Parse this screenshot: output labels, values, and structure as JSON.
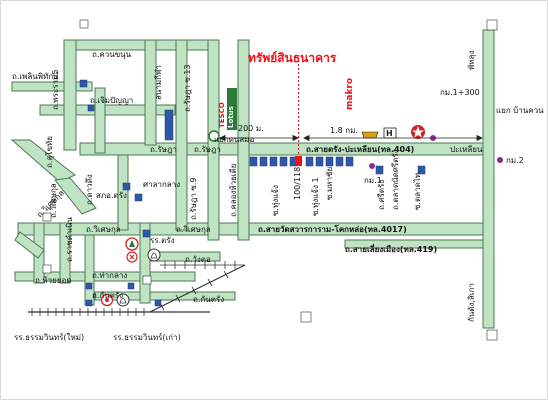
{
  "title": "ทรัพย์สินธนาคาร",
  "colors": {
    "road_fill": "#bfe3c3",
    "road_edge": "#4d7a52",
    "building": "#2f57a8",
    "highlight": "#e8131b",
    "poi_dot": "#8b2e8b"
  },
  "roads": {
    "khuan_khanun": "ถ.ควนขนุน",
    "phloen_phitak": "ถ.เพลินพิทักษ์",
    "choem_panya": "ถ.เจิมปัญญา",
    "rat_upatham": "ถ.รัษฎา",
    "rat_upatham_2": "ถ.รัษฎา",
    "rat_upatham_13": "ถ.รัษฎา ซ.13",
    "rat_upatham_9": "ถ.รัษฎา ซ.9",
    "khlong_huai": "ถ.คลองห้วยเตีย",
    "sai_trang_yaw": "ถ.สายตรัง-ปะเหลียน(ทล.404)",
    "palian": "ปะเหลียน",
    "wisetkul_1": "ถ.วิเศษกุล",
    "wisetkul_2": "ถ.วิเศษกุล",
    "wisetkul_3": "ถ.วิเศษกุล",
    "wisetkul_4": "ถ.วิเศษกุล",
    "ratchadamnoen": "ถ.ราชดำเนิน",
    "huai_yot": "ถ.ห้วยยอด",
    "kantang": "ถ.กันตรัง",
    "kantang_2": "ถ.กันตรัง",
    "tha_klang": "ถ.ท่ากลาง",
    "wang_tho": "ถ.วังตอ",
    "bypass_4017": "ถ.สายวัดสวารการาม-โคกหล่อ(ทล.4017)",
    "sai_liang_muang": "ถ.สายเลี่ยงเมือง(ทล.419)",
    "phatthalung": "พัทลุง",
    "kantang_sikao": "กันตัง,สิเกา",
    "sukhothai": "ถ.สุโขทัย",
    "dao_dueng": "ถ.ดาวดึง",
    "km_1_300": "กม.1+300",
    "km_1": "กม.1",
    "km_2": "กม.2",
    "rama_5": "ถ.พระราม5"
  },
  "places": {
    "tesco": "TESCO",
    "lotus": "Lotus",
    "makro": "makro",
    "stadium": "สนามกีฬา",
    "city_hall": "ศาลากลาง",
    "police_trang": "สภอ.ตรัง",
    "school_trang": "รร.ตรัง",
    "school_thamma_new": "รร.ธรรมวินทร์(ใหม่)",
    "school_thamma_old": "รร.ธรรมวินทร์(เก่า)",
    "junction_nasmo": "แยกดนสมอ",
    "junction_ban_khuan": "แยก บ้านควน",
    "soi_1": "ซ.ทุ่งแจ้ง",
    "soi_kuan": "ซ.ทุ่งแจ้ง 1",
    "prop_soi": "100/118",
    "muang": "ซ.มหาชัย",
    "soi_talad": "ซ.ตลาดไท",
    "soi_sriwaeng": "ถ.ศรีตรัง",
    "somsri": "ถ.ตลาดนัดศรีตรัง"
  },
  "distances": {
    "d200": "200 ม.",
    "d18": "1.8 กม."
  },
  "icons": {
    "target": "target-marker",
    "dots": "poi-dot",
    "school": "school-icon",
    "temple": "temple-icon",
    "hospital": "hospital-cross-icon",
    "gas": "gas-station-icon",
    "route": "route-shield-icon",
    "railway": "railway-track",
    "star": "star-logo-icon",
    "honda": "honda-logo-icon",
    "chevrolet": "chevrolet-logo-icon"
  }
}
